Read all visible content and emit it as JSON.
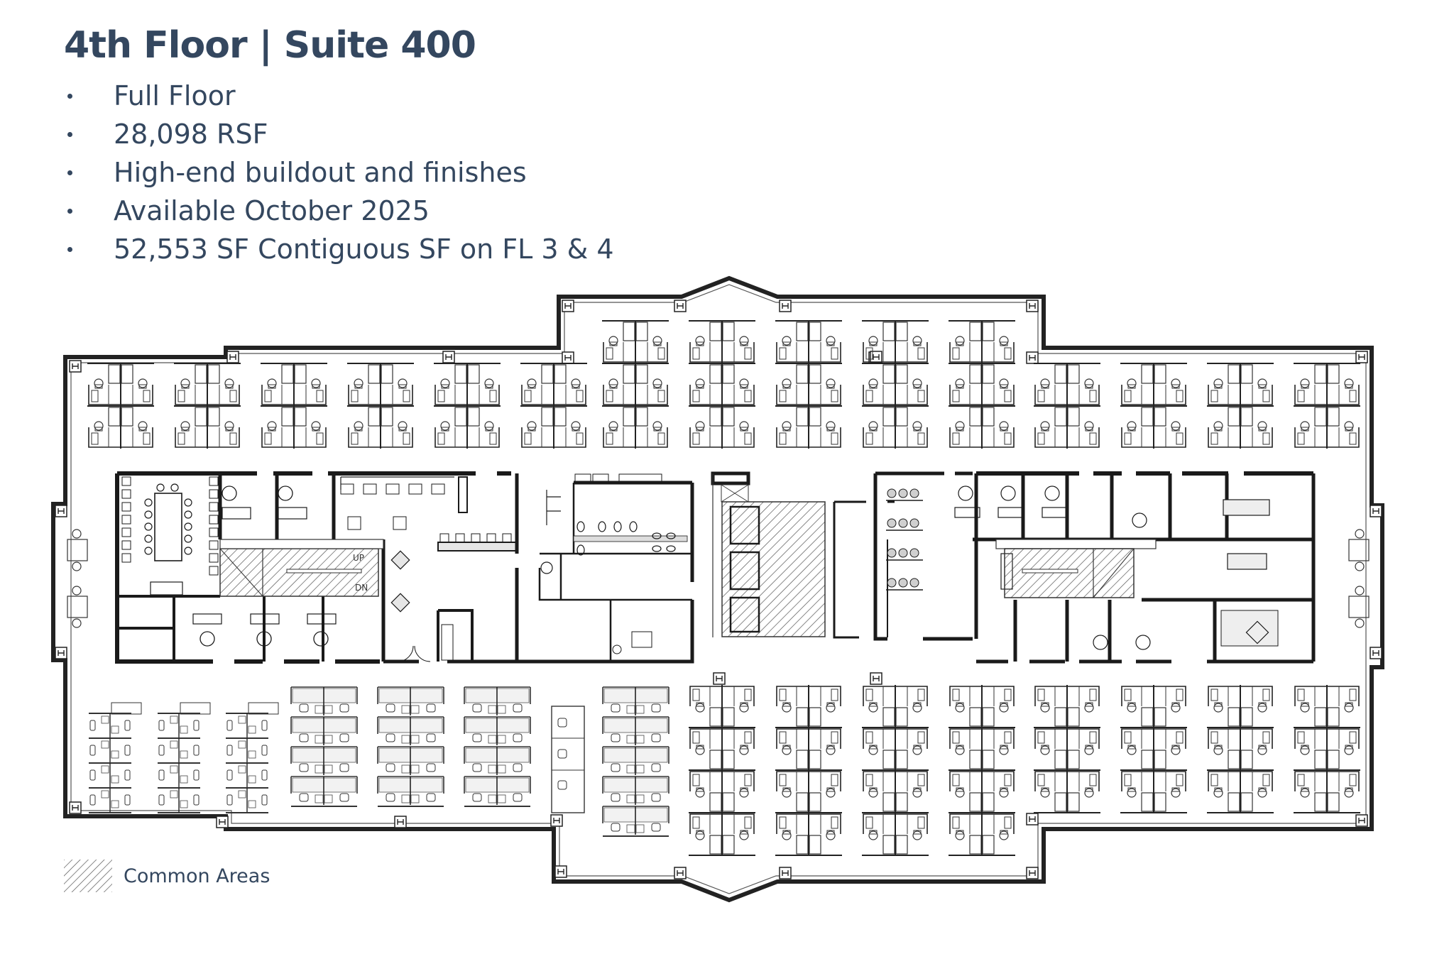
{
  "header": {
    "title": "4th Floor | Suite 400"
  },
  "bullets": [
    "Full Floor",
    "28,098 RSF",
    "High-end buildout and finishes",
    "Available October 2025",
    "52,553 SF Contiguous SF on FL 3 & 4"
  ],
  "floor_plan": {
    "stair_labels": {
      "up": "UP",
      "down": "DN"
    },
    "wall_color": "#1f1f1f",
    "hatch_color": "#555555"
  },
  "legend": {
    "label": "Common Areas",
    "icon": "diagonal-hatch-icon"
  },
  "colors": {
    "text": "#34475f",
    "background": "#ffffff"
  }
}
